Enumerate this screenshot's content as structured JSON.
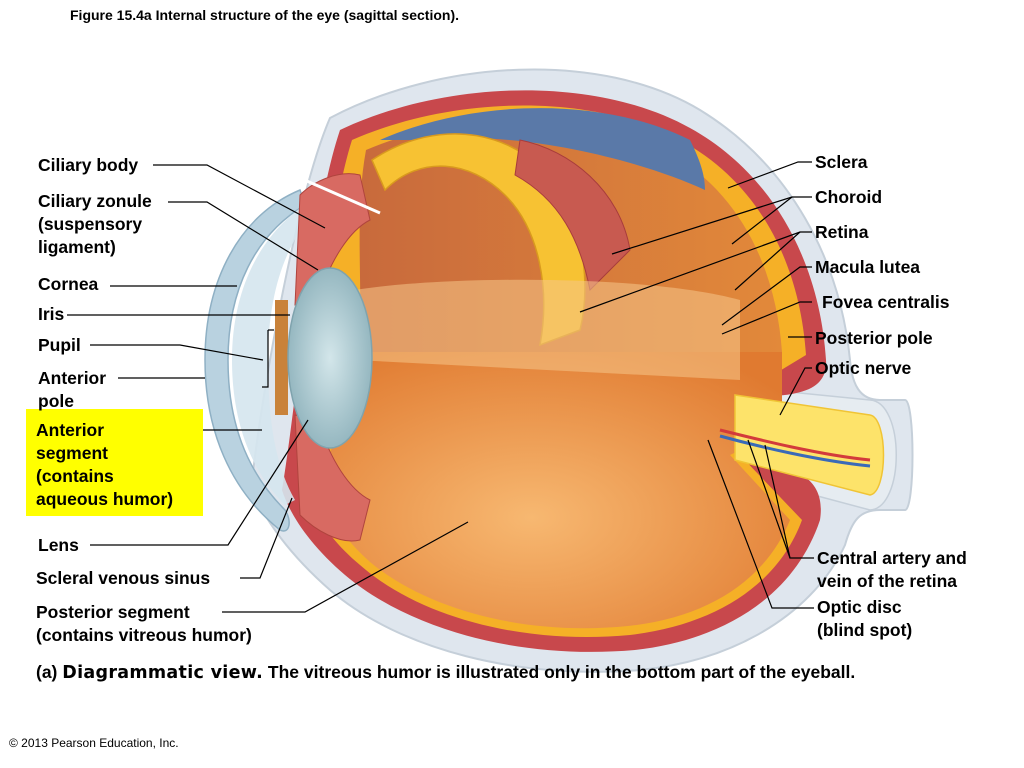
{
  "figure_title": "Figure 15.4a  Internal structure of the eye (sagittal section).",
  "labels": {
    "ciliary_body": "Ciliary body",
    "ciliary_zonule_1": "Ciliary zonule",
    "ciliary_zonule_2": "(suspensory",
    "ciliary_zonule_3": "ligament)",
    "cornea": "Cornea",
    "iris": "Iris",
    "pupil": "Pupil",
    "anterior_pole_1": "Anterior",
    "anterior_pole_2": "pole",
    "anterior_segment_1": "Anterior",
    "anterior_segment_2": "segment",
    "anterior_segment_3": "(contains",
    "anterior_segment_4": "aqueous humor)",
    "lens": "Lens",
    "scleral_venous_sinus": "Scleral venous sinus",
    "posterior_segment_1": "Posterior segment",
    "posterior_segment_2": "(contains vitreous humor)",
    "sclera": "Sclera",
    "choroid": "Choroid",
    "retina": "Retina",
    "macula_lutea": "Macula lutea",
    "fovea_centralis": "Fovea centralis",
    "posterior_pole": "Posterior pole",
    "optic_nerve": "Optic nerve",
    "central_artery_1": "Central artery and",
    "central_artery_2": "vein of the retina",
    "optic_disc_1": "Optic disc",
    "optic_disc_2": "(blind spot)"
  },
  "caption": {
    "tag": "(a)",
    "lead": "Diagrammatic view.",
    "rest": "The vitreous humor is illustrated only in the bottom part of the eyeball."
  },
  "copyright": "© 2013 Pearson Education, Inc.",
  "colors": {
    "sclera": "#dfe6ee",
    "choroid": "#c8484c",
    "retina": "#f5b027",
    "vitreous": "#f0a055",
    "cornea": "#b9d2e0",
    "lens": "#a9c7cf",
    "optic_nerve": "#fde36a",
    "highlight": "#ffff00"
  }
}
